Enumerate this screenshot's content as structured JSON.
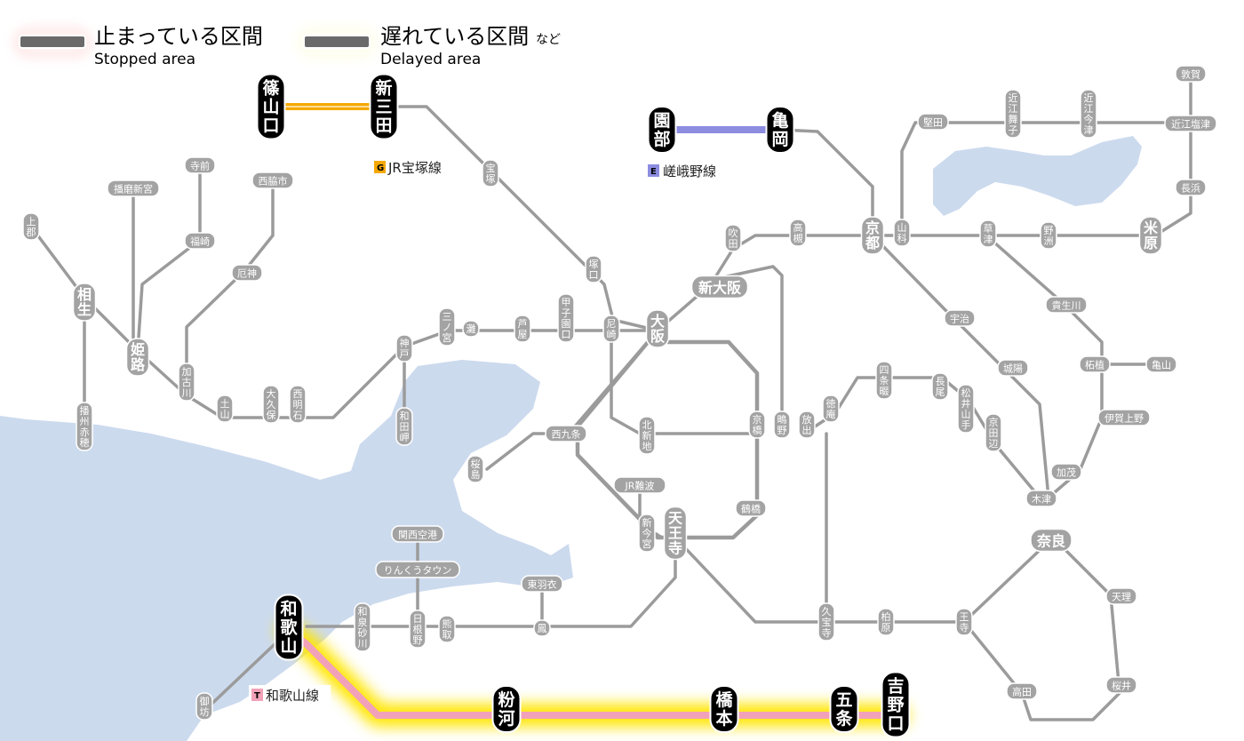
{
  "legend": {
    "stopped_ja": "止まっている区間",
    "stopped_en": "Stopped area",
    "delayed_ja": "遅れている区間",
    "delayed_suffix": "など",
    "delayed_en": "Delayed area",
    "stopped_color": "#ff2a00",
    "delayed_color": "#ffe600"
  },
  "lines": [
    {
      "code": "G",
      "name": "JR宝塚線",
      "code_color": "#f5a800",
      "line_color": "#f5a800",
      "status": "delayed"
    },
    {
      "code": "E",
      "name": "嵯峨野線",
      "code_color": "#8c8ce0",
      "line_color": "#8c8ce0",
      "status": "delayed"
    },
    {
      "code": "T",
      "name": "和歌山線",
      "code_color": "#f2a2b8",
      "line_color": "#f2a2b8",
      "status": "delayed"
    }
  ],
  "stations": {
    "sasayamaguchi": "篠山口",
    "shinsanda": "新三田",
    "sonobe": "園部",
    "kameoka": "亀岡",
    "wakayama": "和歌山",
    "kokawa": "粉河",
    "hashimoto": "橋本",
    "gojo": "五条",
    "yoshinoguchi": "吉野口",
    "osaka": "大阪",
    "shinosaka": "新大阪",
    "kyoto": "京都",
    "himeji": "姫路",
    "aioi": "相生",
    "maibara": "米原",
    "nara": "奈良",
    "tennoji": "天王寺",
    "kansaiairport": "関西空港",
    "rinku": "りんくうタウン",
    "jrnamba": "JR難波",
    "nishikujo": "西九条",
    "kamigori": "上郡",
    "harimashingu": "播磨新宮",
    "teramae": "寺前",
    "fukusaki": "福崎",
    "nishiwakishi": "西脇市",
    "yashiro": "厄神",
    "kakogawa": "加古川",
    "dozan": "土山",
    "okubo": "大久保",
    "nishiakashi": "西明石",
    "kobe": "神戸",
    "wadamisaki": "和田岬",
    "sannomiya": "三ノ宮",
    "nada": "灘",
    "ashiya": "芦屋",
    "koshienguchi": "甲子園口",
    "amagasaki": "尼崎",
    "tsukaguchi": "塚口",
    "takarazuka": "宝塚",
    "suita": "吹田",
    "takatsuki": "高槻",
    "yamashina": "山科",
    "katata": "堅田",
    "omimaiko": "近江舞子",
    "omiimazu": "近江今津",
    "omishiotsu": "近江塩津",
    "tsuruga": "敦賀",
    "nagahama": "長浜",
    "kusatsu": "草津",
    "yasu": "野洲",
    "uji": "宇治",
    "jyoyo": "城陽",
    "kibukawa": "貴生川",
    "tsuge": "柘植",
    "kameyama": "亀山",
    "igaueno": "伊賀上野",
    "kamo": "加茂",
    "kizu": "木津",
    "tenri": "天理",
    "sakurai": "桜井",
    "takada": "高田",
    "oji": "王寺",
    "kashiwara": "柏原",
    "kyuhoji": "久宝寺",
    "shijonawate": "四条畷",
    "nagao": "長尾",
    "matsuiyamate": "松井山手",
    "kyotanabe": "京田辺",
    "tokuan": "徳庵",
    "hanaten": "放出",
    "shigino": "鴫野",
    "kyobashi": "京橋",
    "kitashinchi": "北新地",
    "tsuruhashi": "鶴橋",
    "shinimamiya": "新今宮",
    "sakurajima": "桜島",
    "higashihagoromo": "東羽衣",
    "otori": "鳳",
    "hineno": "日根野",
    "kumatori": "熊取",
    "izumisunagawa": "和泉砂川",
    "gobo": "御坊",
    "harimaako": "播州赤穂"
  }
}
